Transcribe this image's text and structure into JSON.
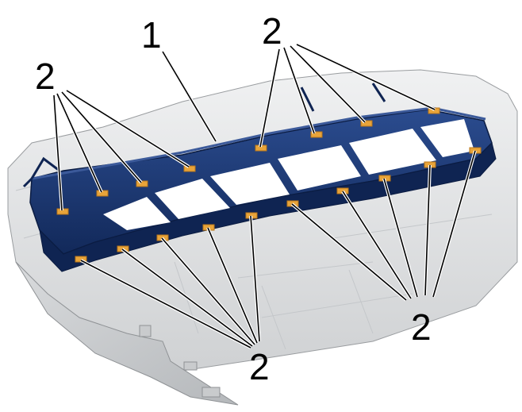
{
  "colors": {
    "panel_light": "#e6e7e8",
    "panel_mid": "#cfd1d3",
    "panel_shadow": "#a9acaf",
    "frame_navy": "#1c3a78",
    "frame_dark": "#0f2452",
    "frame_highlight": "#3c5a9a",
    "clip_orange": "#e8a43a",
    "clip_dark": "#b9761a",
    "window_white": "#ffffff",
    "callout_black": "#000000"
  },
  "callouts": {
    "frame": {
      "label": "1"
    },
    "clips_top_left": {
      "label": "2"
    },
    "clips_top_center": {
      "label": "2"
    },
    "clips_bottom_left": {
      "label": "2"
    },
    "clips_bottom_right": {
      "label": "2"
    }
  }
}
